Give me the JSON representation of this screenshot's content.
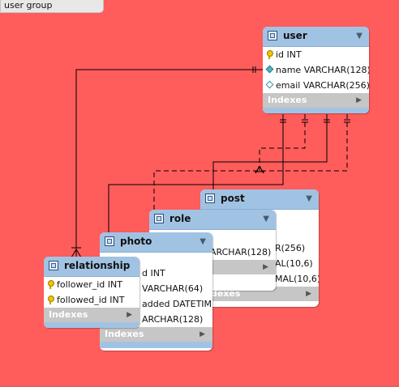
{
  "group": {
    "label": "user group"
  },
  "footer_label": "Indexes",
  "tables": {
    "user": {
      "name": "user",
      "columns": [
        {
          "text": "id INT",
          "icon": "key-icon"
        },
        {
          "text": "name VARCHAR(128)",
          "icon": "filled-diamond-icon"
        },
        {
          "text": "email VARCHAR(256)",
          "icon": "empty-diamond-icon"
        }
      ]
    },
    "post": {
      "name": "post",
      "columns": [
        {
          "text": "R(256)"
        },
        {
          "text": "AL(10,6)"
        },
        {
          "text": "MAL(10,6)"
        }
      ],
      "footer_fragment": "dexes"
    },
    "role": {
      "name": "role",
      "columns": [
        {
          "text": "ARCHAR(128)"
        }
      ]
    },
    "photo": {
      "name": "photo",
      "columns": [
        {
          "text": "d INT"
        },
        {
          "text": "VARCHAR(64)"
        },
        {
          "text": "added DATETIME"
        },
        {
          "text": "ARCHAR(128)"
        }
      ]
    },
    "relationship": {
      "name": "relationship",
      "columns": [
        {
          "text": "follower_id INT",
          "icon": "key-icon"
        },
        {
          "text": "followed_id INT",
          "icon": "key-icon"
        }
      ]
    }
  }
}
